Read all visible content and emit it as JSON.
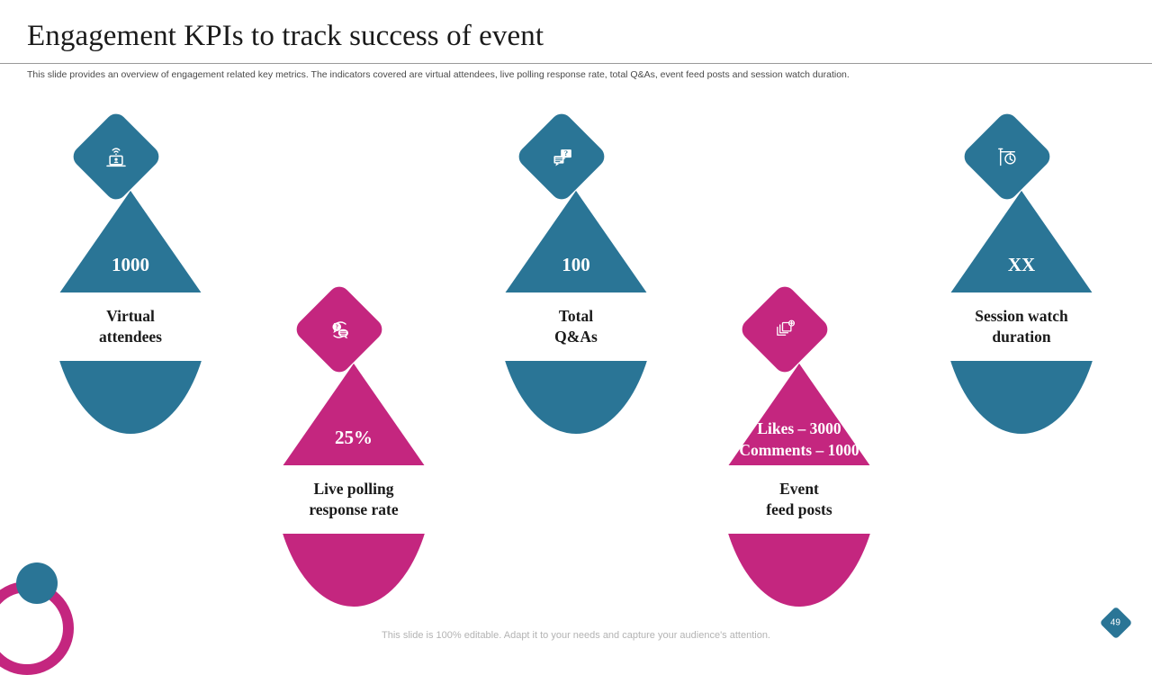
{
  "header": {
    "title": "Engagement KPIs to track success of event",
    "subtitle": "This slide provides an overview of engagement related key metrics. The indicators covered are virtual attendees, live polling response rate, total Q&As,  event feed posts and session watch duration."
  },
  "colors": {
    "teal": "#2a7596",
    "pink": "#c4267f",
    "title_text": "#1a1a1a",
    "subtitle_text": "#4a4a4a",
    "footer_text": "#b3b3b3",
    "rule": "#9a9a9a"
  },
  "kpis": [
    {
      "id": "virtual-attendees",
      "value": "1000",
      "label": "Virtual\nattendees",
      "color": "#2a7596",
      "icon": "laptop-person-wifi-icon",
      "orientation": "up"
    },
    {
      "id": "live-polling-response-rate",
      "value": "25%",
      "label": "Live polling\nresponse rate",
      "color": "#c4267f",
      "icon": "question-chat-bubbles-icon",
      "orientation": "down"
    },
    {
      "id": "total-qas",
      "value": "100",
      "label": "Total\nQ&As",
      "color": "#2a7596",
      "icon": "question-message-icon",
      "orientation": "up"
    },
    {
      "id": "event-feed-posts",
      "value": "Likes – 3000\nComments – 1000",
      "label": "Event\nfeed posts",
      "color": "#c4267f",
      "icon": "stacked-cards-plus-icon",
      "orientation": "down"
    },
    {
      "id": "session-watch-duration",
      "value": "XX",
      "label": "Session watch\nduration",
      "color": "#2a7596",
      "icon": "clock-signpost-icon",
      "orientation": "up"
    }
  ],
  "footer": {
    "note": "This slide is 100% editable. Adapt it to your needs and capture your audience's attention.",
    "page_number": "49"
  }
}
